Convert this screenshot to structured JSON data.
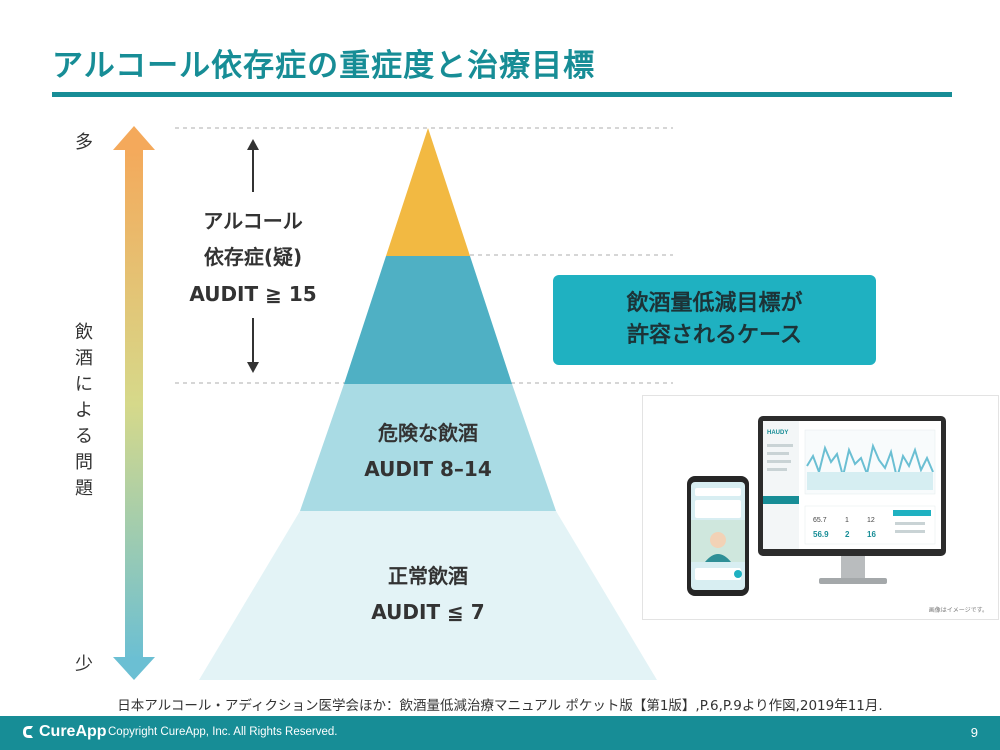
{
  "title": "アルコール依存症の重症度と治療目標",
  "axis": {
    "top_label": "多",
    "bottom_label": "少",
    "label_chars": [
      "飲",
      "酒",
      "に",
      "よ",
      "る",
      "問",
      "題"
    ]
  },
  "levels": [
    {
      "lines": [
        "アルコール",
        "依存症(疑)",
        "AUDIT ≧ 15"
      ],
      "color": "#f2b942"
    },
    {
      "lines": [
        "",
        ""
      ],
      "color": "#4fb0c4"
    },
    {
      "lines": [
        "危険な飲酒",
        "AUDIT 8–14"
      ],
      "color": "#a9dbe4"
    },
    {
      "lines": [
        "正常飲酒",
        "AUDIT ≦ 7"
      ],
      "color": "#e3f3f6"
    }
  ],
  "callout": {
    "lines": [
      "飲酒量低減目標が",
      "許容されるケース"
    ]
  },
  "device_image": {
    "brand": "HAUDY",
    "stats": [
      "65.7",
      "1",
      "12",
      "56.9",
      "2",
      "16"
    ],
    "caption": "画像はイメージです。"
  },
  "colors": {
    "accent": "#178d96",
    "callout": "#1fb1c1",
    "gradient_top": "#f4a95b",
    "gradient_bottom": "#6bbfd3"
  },
  "source_note": "日本アルコール・アディクション医学会ほか：飲酒量低減治療マニュアル ポケット版【第1版】,P.6,P.9より作図,2019年11月.",
  "footer": {
    "brand": "CureApp",
    "copyright": "Copyright CureApp, Inc. All Rights Reserved.",
    "page": "9"
  }
}
